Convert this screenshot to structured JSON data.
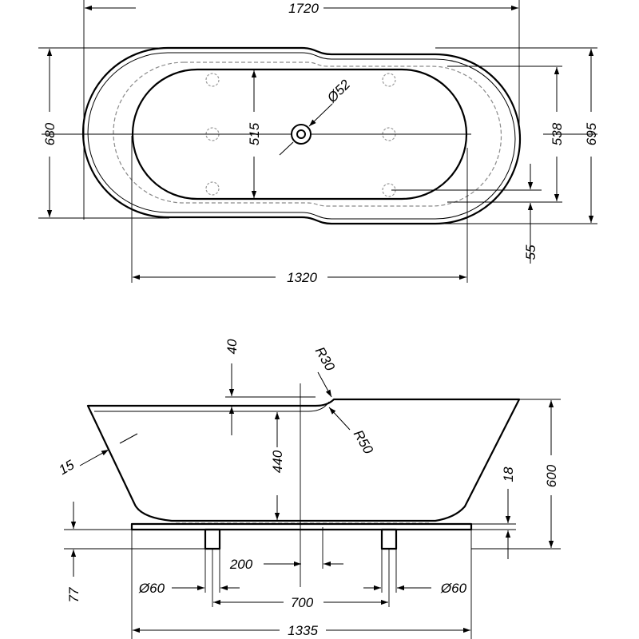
{
  "top_view": {
    "overall_length": "1720",
    "overall_width": "680",
    "outer_width": "695",
    "inner_length": "1320",
    "inner_width": "515",
    "inner_width_at_rim": "538",
    "drain_diameter": "Ø52",
    "jet_offset": "55"
  },
  "side_view": {
    "rim_thickness": "40",
    "rim_radius_outer": "R30",
    "rim_radius_inner": "R50",
    "inner_depth": "440",
    "wall_angle": "15",
    "total_height": "600",
    "base_plate": "18",
    "foot_height": "77",
    "foot_diameter_left": "Ø60",
    "foot_diameter_right": "Ø60",
    "foot_spacing_offset": "200",
    "foot_spacing": "700",
    "base_length": "1335"
  }
}
